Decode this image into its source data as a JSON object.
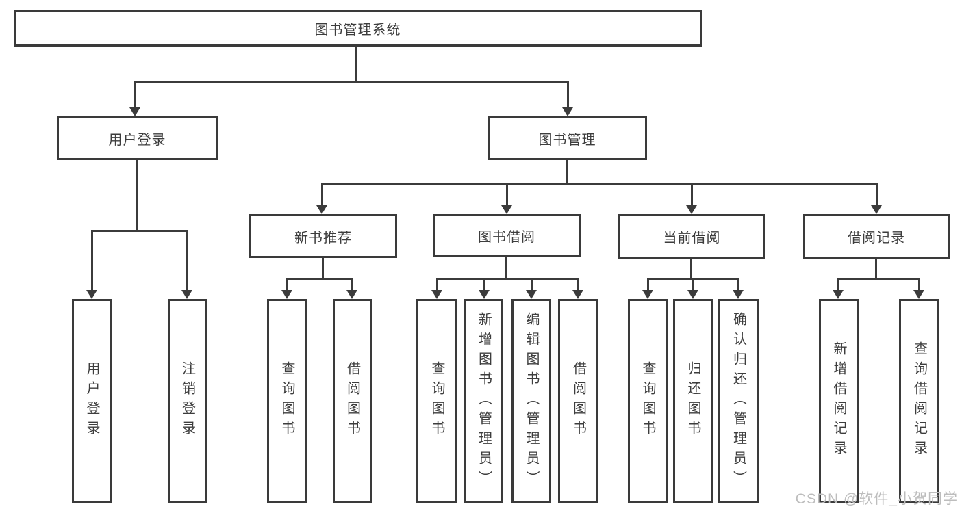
{
  "tree": {
    "root": "图书管理系统",
    "level2": [
      "用户登录",
      "图书管理"
    ],
    "level3": [
      "新书推荐",
      "图书借阅",
      "当前借阅",
      "借阅记录"
    ],
    "leaves": {
      "user_login": [
        "用户登录",
        "注销登录"
      ],
      "new_book_recommend": [
        "查询图书",
        "借阅图书"
      ],
      "book_borrow": [
        "查询图书",
        "新增图书（管理员）",
        "编辑图书（管理员）",
        "借阅图书"
      ],
      "current_borrow": [
        "查询图书",
        "归还图书",
        "确认归还（管理员）"
      ],
      "borrow_record": [
        "新增借阅记录",
        "查询借阅记录"
      ]
    }
  },
  "watermark": "CSDN @软件_小贺同学",
  "colors": {
    "line": "#3b3b3b",
    "box_border": "#3a3a3a",
    "text": "#3d3d3d",
    "watermark": "#bdbdbd",
    "background": "#ffffff"
  }
}
